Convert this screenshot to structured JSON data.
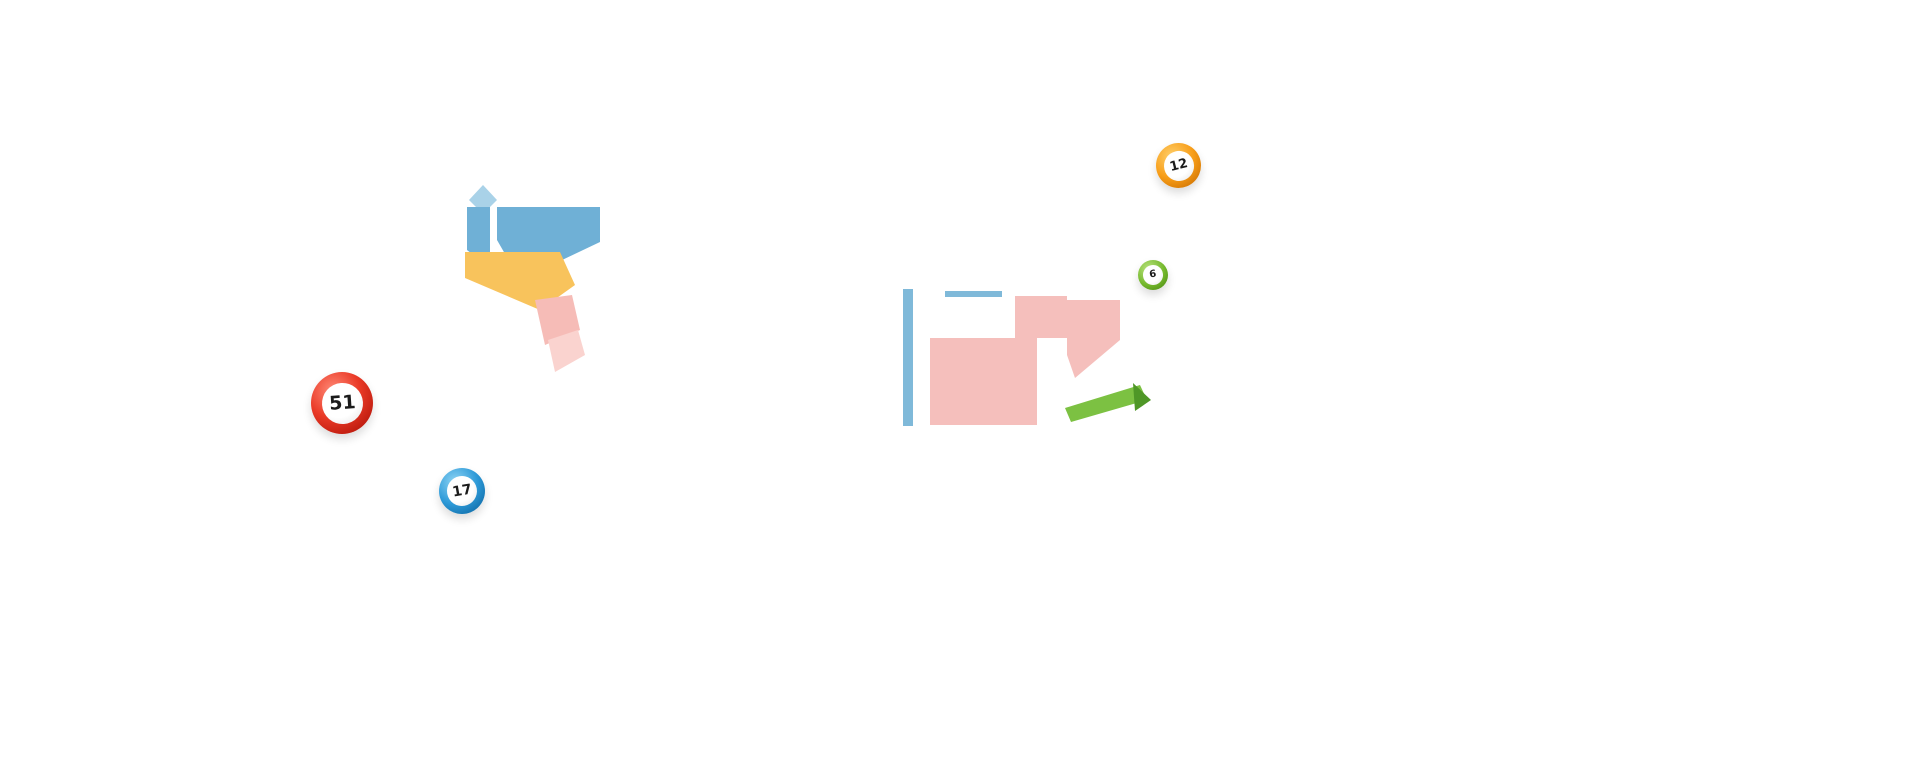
{
  "page": {
    "background_color": "#ffffff"
  },
  "illustrations": {
    "left": {
      "name": "folded-paper-ribbons-illustration",
      "colors": {
        "light_blue": "#a9d2e8",
        "blue": "#6fb0d6",
        "yellow": "#f8c35c",
        "pink": "#f6bcb7",
        "light_pink": "#fad3cf"
      }
    },
    "right": {
      "name": "pink-numerals-illustration",
      "colors": {
        "blue_bar": "#7fb9d9",
        "pink": "#f5bfbc",
        "green": "#7cc142",
        "green_dark": "#4f9727"
      }
    }
  },
  "bingo_balls": [
    {
      "name": "bingo-ball-red-51",
      "number": "51",
      "color": "#e4342a"
    },
    {
      "name": "bingo-ball-blue-17",
      "number": "17",
      "color": "#2d9ad8"
    },
    {
      "name": "bingo-ball-orange-12",
      "number": "12",
      "color": "#f69a16"
    },
    {
      "name": "bingo-ball-green-6",
      "number": "6",
      "color": "#74b82c"
    }
  ]
}
